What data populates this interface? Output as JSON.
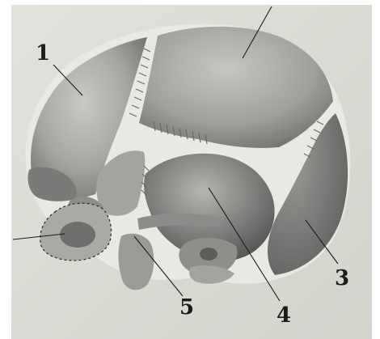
{
  "figure": {
    "callouts": [
      {
        "id": "1",
        "label": "1"
      },
      {
        "id": "3",
        "label": "3"
      },
      {
        "id": "4",
        "label": "4"
      },
      {
        "id": "5",
        "label": "5"
      }
    ]
  },
  "colors": {
    "paper": "#dcdcd6",
    "bone_light": "#b9b9b4",
    "bone_mid": "#9b9b98",
    "bone_dark": "#6d6d6b",
    "suture": "#e9e8e2",
    "ink": "#1b1b1b"
  }
}
